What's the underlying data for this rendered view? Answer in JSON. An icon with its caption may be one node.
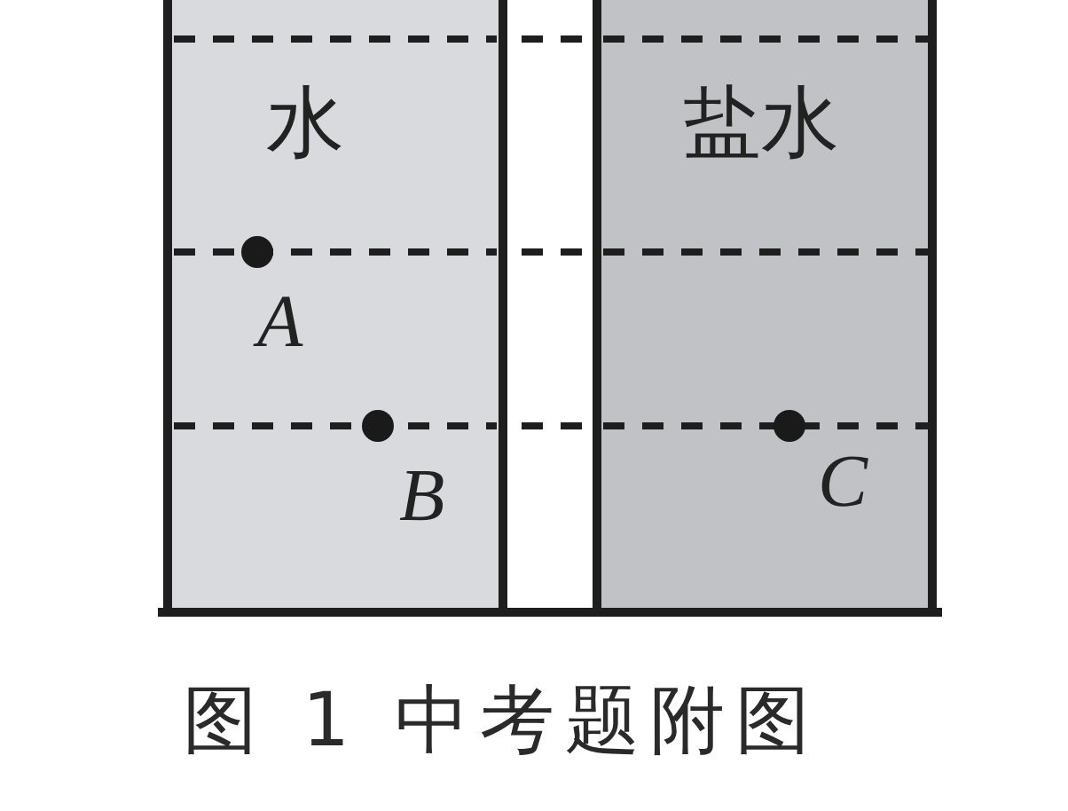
{
  "diagram": {
    "caption": "图 1 中考题附图",
    "nodes": [
      {
        "text": [
          "水"
        ]
      },
      {
        "text": [
          "盐水"
        ]
      },
      {
        "text": [],
        "shape": "circle",
        "in": 0,
        "beside": [
          "A"
        ]
      },
      {
        "text": [],
        "shape": "circle",
        "in": 0,
        "beside": [
          "B"
        ]
      },
      {
        "text": [],
        "shape": "circle",
        "in": 1,
        "beside": [
          "C"
        ]
      }
    ]
  }
}
